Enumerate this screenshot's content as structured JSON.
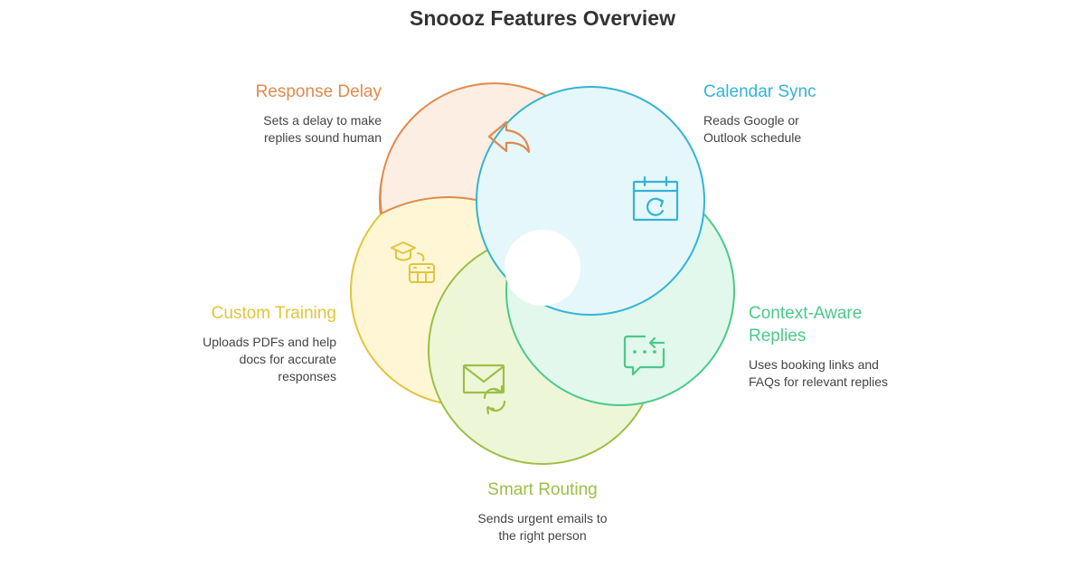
{
  "title": "Snoooz Features Overview",
  "colors": {
    "orange": "#E08A4C",
    "blue": "#33B4D4",
    "green": "#4CC98A",
    "yellow": "#E2C53A",
    "lime": "#9DBF45",
    "text": "#444444",
    "title": "#333333"
  },
  "features": {
    "response_delay": {
      "title": "Response Delay",
      "desc": [
        "Sets a delay to make",
        "replies sound human"
      ],
      "icon": "reply-arrow-icon"
    },
    "calendar_sync": {
      "title": "Calendar Sync",
      "desc": [
        "Reads Google or",
        "Outlook schedule"
      ],
      "icon": "calendar-refresh-icon"
    },
    "context_aware": {
      "title": [
        "Context-Aware",
        "Replies"
      ],
      "desc": [
        "Uses booking links and",
        "FAQs for relevant replies"
      ],
      "icon": "chat-bubble-icon"
    },
    "custom_training": {
      "title": "Custom Training",
      "desc": [
        "Uploads PDFs and help",
        "docs for accurate",
        "responses"
      ],
      "icon": "graduation-robot-icon"
    },
    "smart_routing": {
      "title": "Smart Routing",
      "desc": [
        "Sends urgent emails to",
        "the right person"
      ],
      "icon": "mail-refresh-icon"
    }
  }
}
